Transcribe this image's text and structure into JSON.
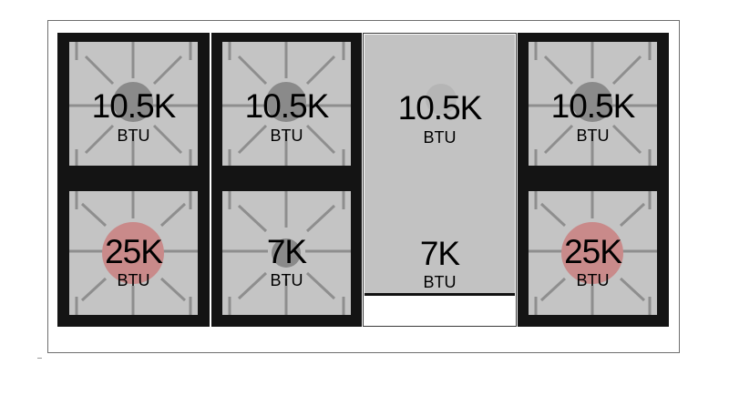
{
  "unit_label": "BTU",
  "colors": {
    "grate": "#141414",
    "cell": "#c4c4c4",
    "burner_standard": "#8a8a8a",
    "burner_high": "#c98a8a",
    "griddle": "#c2c2c2"
  },
  "burners": [
    {
      "position": "left-rear",
      "rating": "10.5K",
      "unit": "BTU",
      "type": "standard"
    },
    {
      "position": "center-left-rear",
      "rating": "10.5K",
      "unit": "BTU",
      "type": "standard"
    },
    {
      "position": "right-rear",
      "rating": "10.5K",
      "unit": "BTU",
      "type": "standard"
    },
    {
      "position": "left-front",
      "rating": "25K",
      "unit": "BTU",
      "type": "high"
    },
    {
      "position": "center-left-front",
      "rating": "7K",
      "unit": "BTU",
      "type": "standard"
    },
    {
      "position": "right-front",
      "rating": "25K",
      "unit": "BTU",
      "type": "high"
    }
  ],
  "griddle": {
    "upper_rating": "10.5K",
    "upper_unit": "BTU",
    "lower_rating": "7K",
    "lower_unit": "BTU"
  }
}
